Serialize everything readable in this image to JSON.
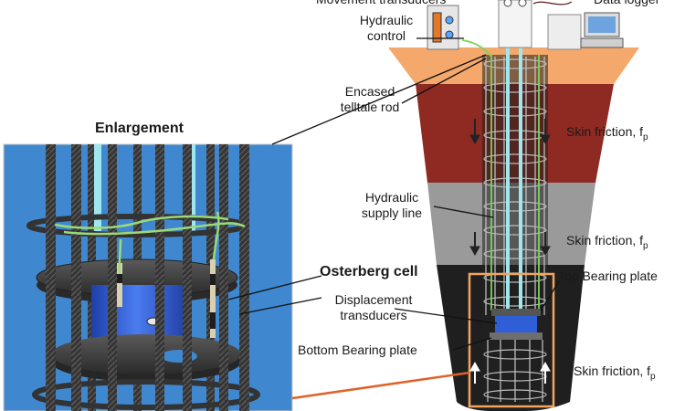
{
  "labels": {
    "movement_transducers": "Movement transducers",
    "data_logger": "Data logger",
    "hydraulic_control": "Hydraulic control",
    "encased_telltale_rod": "Encased telltale rod",
    "enlargement": "Enlargement",
    "hydraulic_supply_line": "Hydraulic supply line",
    "osterberg_cell": "Osterberg cell",
    "displacement_transducers": "Displacement transducers",
    "bottom_bearing_plate": "Bottom Bearing plate",
    "top_bearing_plate": "Top Bearing plate",
    "skin_friction": "Skin friction, f",
    "skin_friction_subscript": "p"
  },
  "colors": {
    "background_blue": "#3f88cf",
    "soil_top": "#f4a86b",
    "soil_red": "#8e2a22",
    "soil_grey": "#9a9a9a",
    "soil_black": "#1f1f1f",
    "rebar": "#3a3a3a",
    "cell_blue": "#2f5fd6",
    "cable_green": "#9cd97a",
    "telltale_cyan": "#9fe6ee",
    "highlight_box": "#f2a560",
    "leader_orange": "#e0622a"
  },
  "icons": [
    "hydraulic-pump-icon",
    "data-logger-computer-icon",
    "movement-transducer-gauge-icon",
    "arrow-down-icon",
    "arrow-up-icon"
  ]
}
